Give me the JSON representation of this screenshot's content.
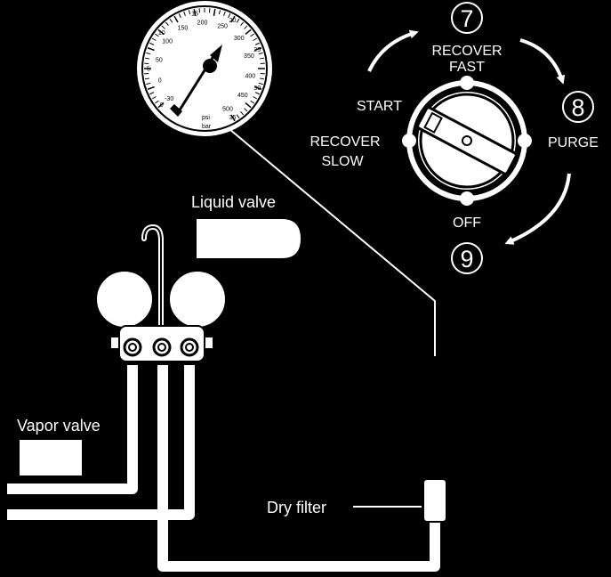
{
  "gauge": {
    "psi_ticks": [
      "-30",
      "0",
      "50",
      "100",
      "150",
      "200",
      "250",
      "300",
      "350",
      "400",
      "450",
      "500"
    ],
    "bar_ticks": [
      "0",
      "5",
      "10",
      "15",
      "20",
      "25",
      "30",
      "35"
    ],
    "unit_psi": "psi",
    "unit_bar": "bar"
  },
  "dial": {
    "positions": {
      "recover_fast": {
        "line1": "RECOVER",
        "line2": "FAST",
        "step": "7"
      },
      "purge": {
        "line1": "PURGE",
        "step": "8"
      },
      "off": {
        "line1": "OFF",
        "step": "9"
      },
      "recover_slow": {
        "line1": "RECOVER",
        "line2": "SLOW"
      },
      "start": {
        "line1": "START"
      }
    }
  },
  "labels": {
    "liquid_valve": "Liquid valve",
    "vapor_valve": "Vapor valve",
    "dry_filter": "Dry filter"
  }
}
